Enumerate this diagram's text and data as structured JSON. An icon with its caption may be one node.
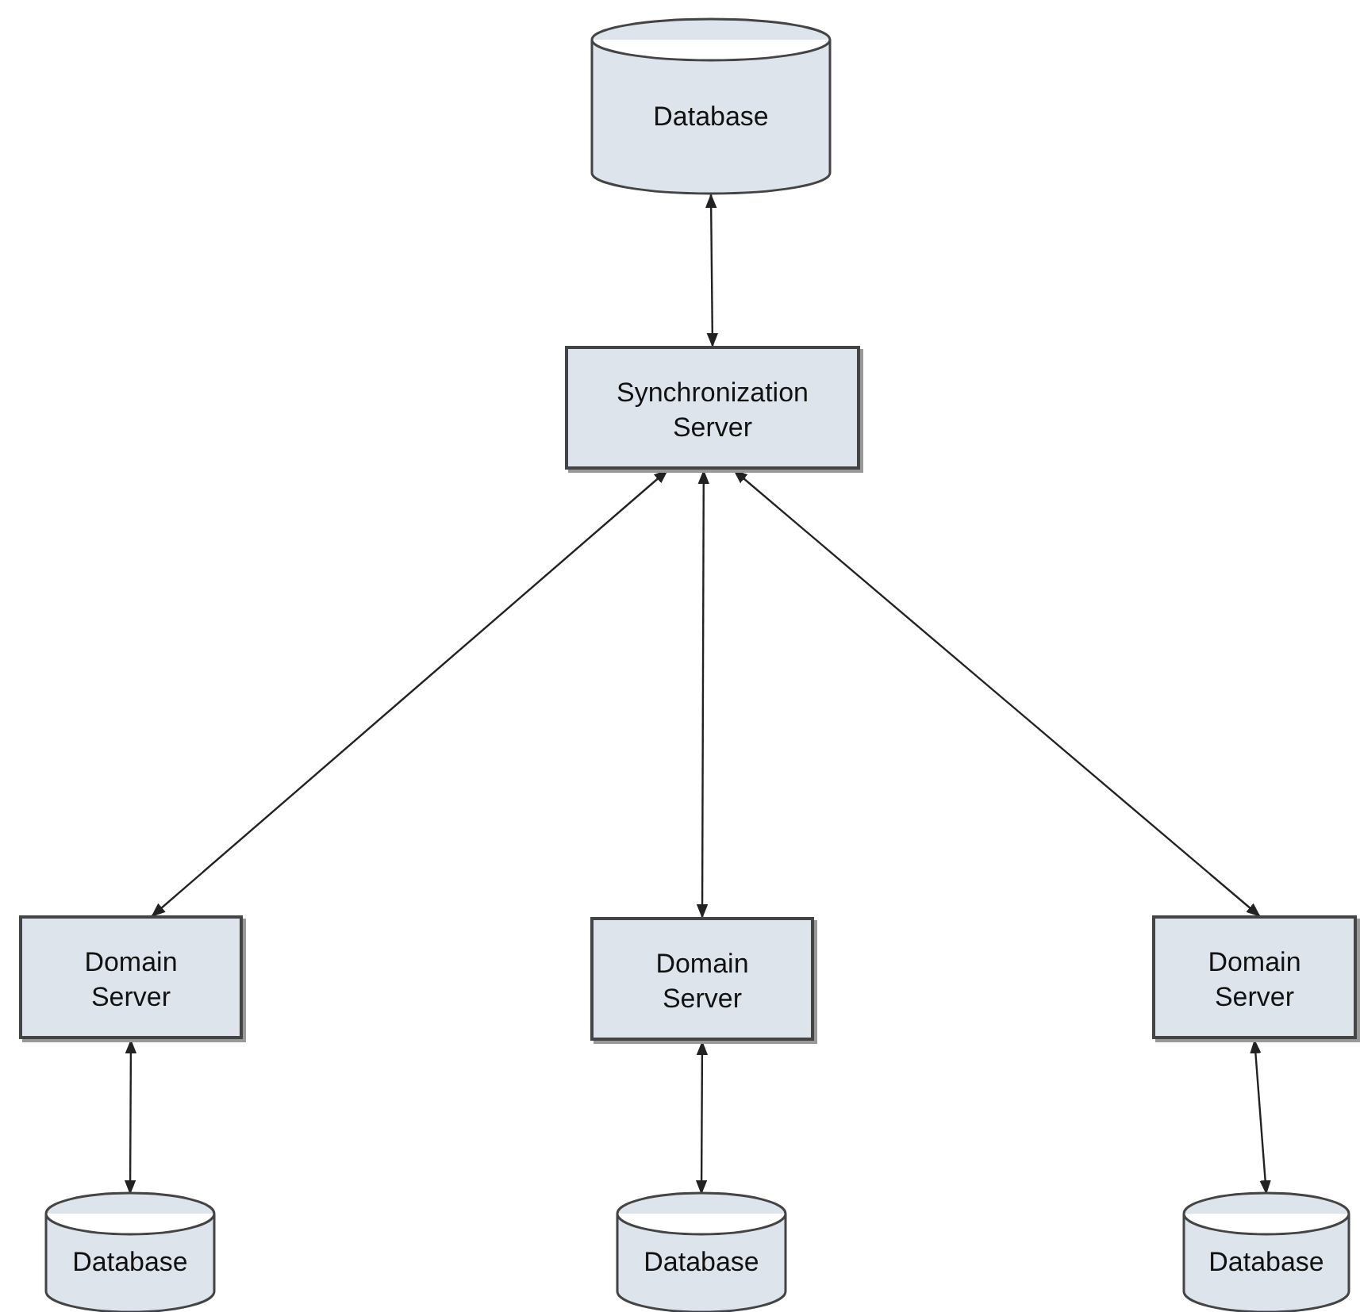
{
  "diagram": {
    "nodes": [
      {
        "text": [
          "Database"
        ]
      },
      {
        "text": [
          "Synchronization Server"
        ]
      },
      {
        "text": [
          "Domain Server"
        ]
      },
      {
        "text": [
          "Domain Server"
        ]
      },
      {
        "text": [
          "Domain Server"
        ]
      },
      {
        "text": [
          "Database"
        ]
      },
      {
        "text": [
          "Database"
        ]
      },
      {
        "text": [
          "Database"
        ]
      }
    ],
    "edges": [
      {
        "from": 0,
        "to": 1,
        "arrow": "both"
      },
      {
        "from": 1,
        "to": 2,
        "arrow": "both"
      },
      {
        "from": 1,
        "to": 3,
        "arrow": "both"
      },
      {
        "from": 1,
        "to": 4,
        "arrow": "both"
      },
      {
        "from": 2,
        "to": 5,
        "arrow": "both"
      },
      {
        "from": 3,
        "to": 6,
        "arrow": "both"
      },
      {
        "from": 4,
        "to": 7,
        "arrow": "both"
      }
    ]
  }
}
